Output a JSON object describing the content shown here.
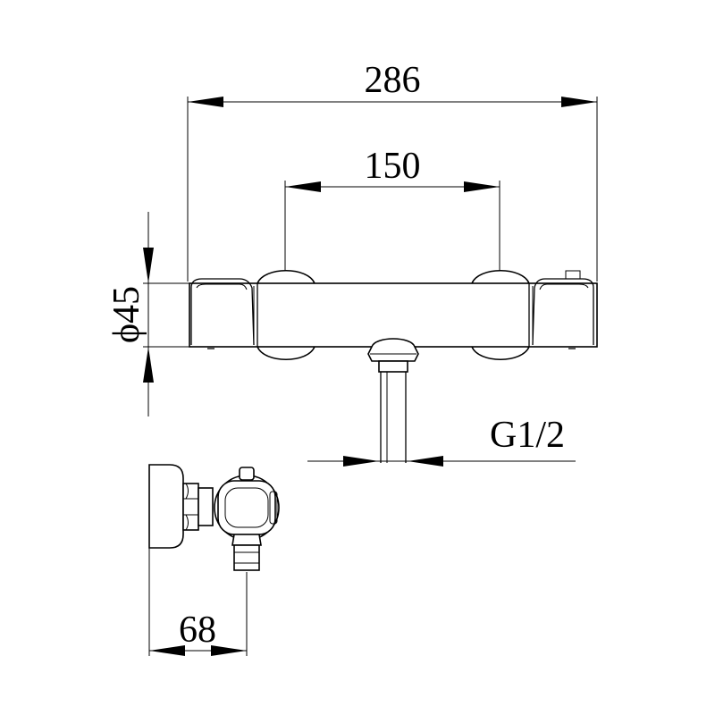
{
  "dimensions": {
    "overall_width": "286",
    "handle_spacing": "150",
    "body_diameter": "ϕ45",
    "inlet_thread": "G1/2",
    "wall_projection": "68"
  }
}
